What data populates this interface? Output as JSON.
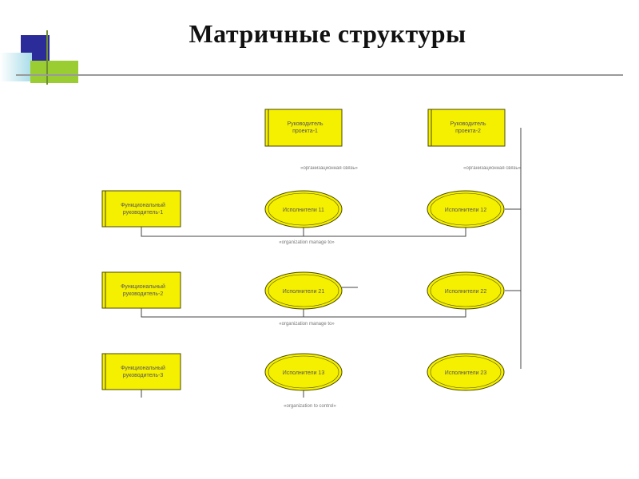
{
  "title": "Матричные структуры",
  "colors": {
    "node_fill": "#f5ef00",
    "node_stroke": "#4a4a00",
    "line": "#444444",
    "deco_blue": "#2b2b9a",
    "deco_green": "#9acd32",
    "deco_cyan": "#a8dce8"
  },
  "diagram": {
    "project_managers": [
      {
        "line1": "Руководитель",
        "line2": "проекта-1"
      },
      {
        "line1": "Руководитель",
        "line2": "проекта-2"
      }
    ],
    "functional_managers": [
      {
        "line1": "Функциональный",
        "line2": "руководитель-1"
      },
      {
        "line1": "Функциональный",
        "line2": "руководитель-2"
      },
      {
        "line1": "Функциональный",
        "line2": "руководитель-3"
      }
    ],
    "executors": [
      "Исполнители 11",
      "Исполнители 12",
      "Исполнители 21",
      "Исполнители 22",
      "Исполнители 13",
      "Исполнители 23"
    ],
    "edge_labels": [
      "«организационная связь»",
      "«организационная связь»",
      "«organization manage to»",
      "«organization manage to»",
      "«organization to control»"
    ]
  }
}
